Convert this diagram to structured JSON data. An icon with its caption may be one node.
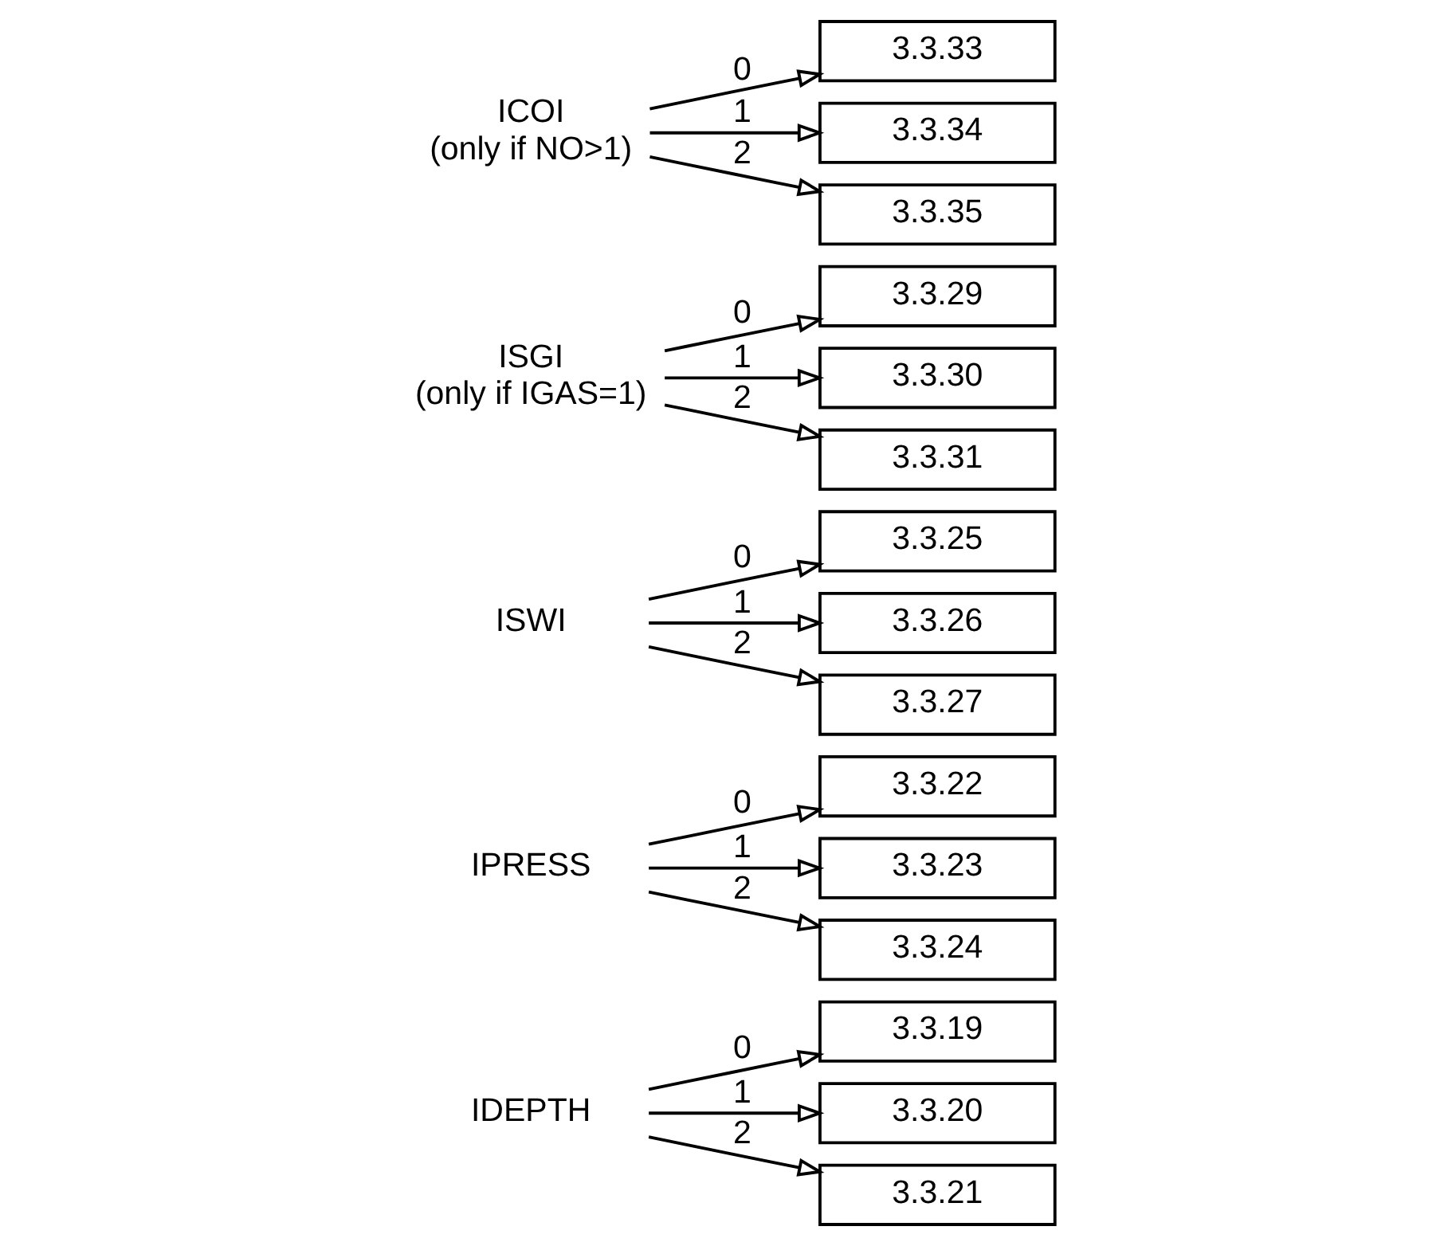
{
  "diagram": {
    "nodes": [
      {
        "text": [
          "IDEPTH"
        ]
      },
      {
        "text": [
          "3.3.19"
        ]
      },
      {
        "text": [
          "3.3.20"
        ]
      },
      {
        "text": [
          "3.3.21"
        ]
      },
      {
        "text": [
          "IPRESS"
        ]
      },
      {
        "text": [
          "3.3.22"
        ]
      },
      {
        "text": [
          "3.3.23"
        ]
      },
      {
        "text": [
          "3.3.24"
        ]
      },
      {
        "text": [
          "ISWI"
        ]
      },
      {
        "text": [
          "3.3.25"
        ]
      },
      {
        "text": [
          "3.3.26"
        ]
      },
      {
        "text": [
          "3.3.27"
        ]
      },
      {
        "text": [
          "ISGI",
          "(only if IGAS=1)"
        ]
      },
      {
        "text": [
          "3.3.29"
        ]
      },
      {
        "text": [
          "3.3.30"
        ]
      },
      {
        "text": [
          "3.3.31"
        ]
      },
      {
        "text": [
          "ICOI",
          "(only if NO>1)"
        ]
      },
      {
        "text": [
          "3.3.33"
        ]
      },
      {
        "text": [
          "3.3.34"
        ]
      },
      {
        "text": [
          "3.3.35"
        ]
      }
    ],
    "edges": [
      {
        "from": 0,
        "to": 1,
        "arrow": "to",
        "label": "0"
      },
      {
        "from": 0,
        "to": 2,
        "arrow": "to",
        "label": "1"
      },
      {
        "from": 0,
        "to": 3,
        "arrow": "to",
        "label": "2"
      },
      {
        "from": 4,
        "to": 5,
        "arrow": "to",
        "label": "0"
      },
      {
        "from": 4,
        "to": 6,
        "arrow": "to",
        "label": "1"
      },
      {
        "from": 4,
        "to": 7,
        "arrow": "to",
        "label": "2"
      },
      {
        "from": 8,
        "to": 9,
        "arrow": "to",
        "label": "0"
      },
      {
        "from": 8,
        "to": 10,
        "arrow": "to",
        "label": "1"
      },
      {
        "from": 8,
        "to": 11,
        "arrow": "to",
        "label": "2"
      },
      {
        "from": 12,
        "to": 13,
        "arrow": "to",
        "label": "0"
      },
      {
        "from": 12,
        "to": 14,
        "arrow": "to",
        "label": "1"
      },
      {
        "from": 12,
        "to": 15,
        "arrow": "to",
        "label": "2"
      },
      {
        "from": 16,
        "to": 17,
        "arrow": "to",
        "label": "0"
      },
      {
        "from": 16,
        "to": 18,
        "arrow": "to",
        "label": "1"
      },
      {
        "from": 16,
        "to": 19,
        "arrow": "to",
        "label": "2"
      }
    ]
  }
}
